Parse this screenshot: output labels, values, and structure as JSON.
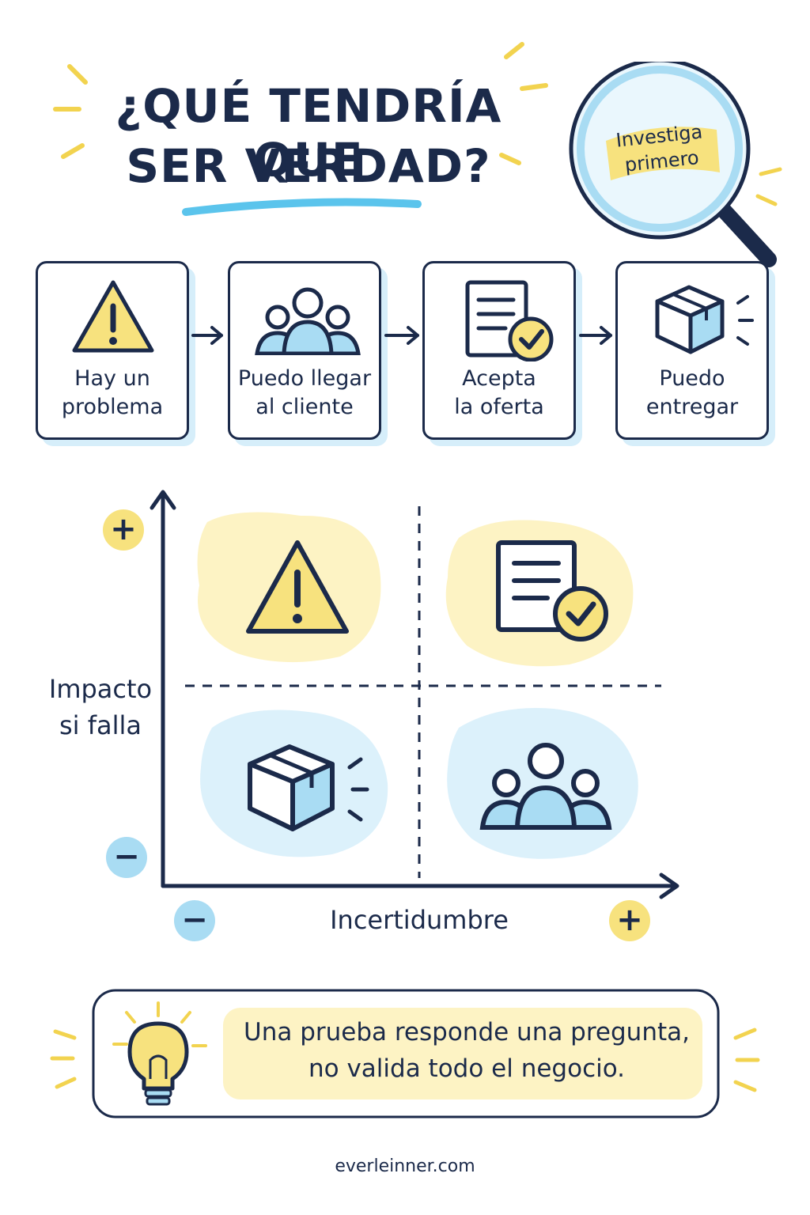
{
  "title": {
    "line1": "¿QUÉ TENDRÍA QUE",
    "line2": "SER VERDAD?"
  },
  "magnifier": {
    "icon": "magnifying-glass-icon",
    "line1": "Investiga",
    "line2": "primero"
  },
  "steps": [
    {
      "icon": "warning-icon",
      "line1": "Hay un",
      "line2": "problema"
    },
    {
      "icon": "people-icon",
      "line1": "Puedo llegar",
      "line2": "al cliente"
    },
    {
      "icon": "document-check-icon",
      "line1": "Acepta",
      "line2": "la oferta"
    },
    {
      "icon": "box-icon",
      "line1": "Puedo",
      "line2": "entregar"
    }
  ],
  "matrix": {
    "y_label_line1": "Impacto",
    "y_label_line2": "si falla",
    "x_label": "Incertidumbre",
    "y_plus": "+",
    "y_minus": "−",
    "x_minus": "−",
    "x_plus": "+",
    "quadrants": [
      {
        "position": "top-left",
        "icon": "warning-icon"
      },
      {
        "position": "top-right",
        "icon": "document-check-icon"
      },
      {
        "position": "bottom-left",
        "icon": "box-icon"
      },
      {
        "position": "bottom-right",
        "icon": "people-icon"
      }
    ]
  },
  "tip": {
    "icon": "lightbulb-icon",
    "line1": "Una prueba responde una pregunta,",
    "line2": "no valida todo el negocio."
  },
  "footer": "everleinner.com",
  "colors": {
    "navy": "#1b2a4a",
    "yellow": "#f7e27e",
    "yellow_soft": "#fdf3c4",
    "blue": "#a9dcf3",
    "blue_soft": "#dcf1fb"
  }
}
